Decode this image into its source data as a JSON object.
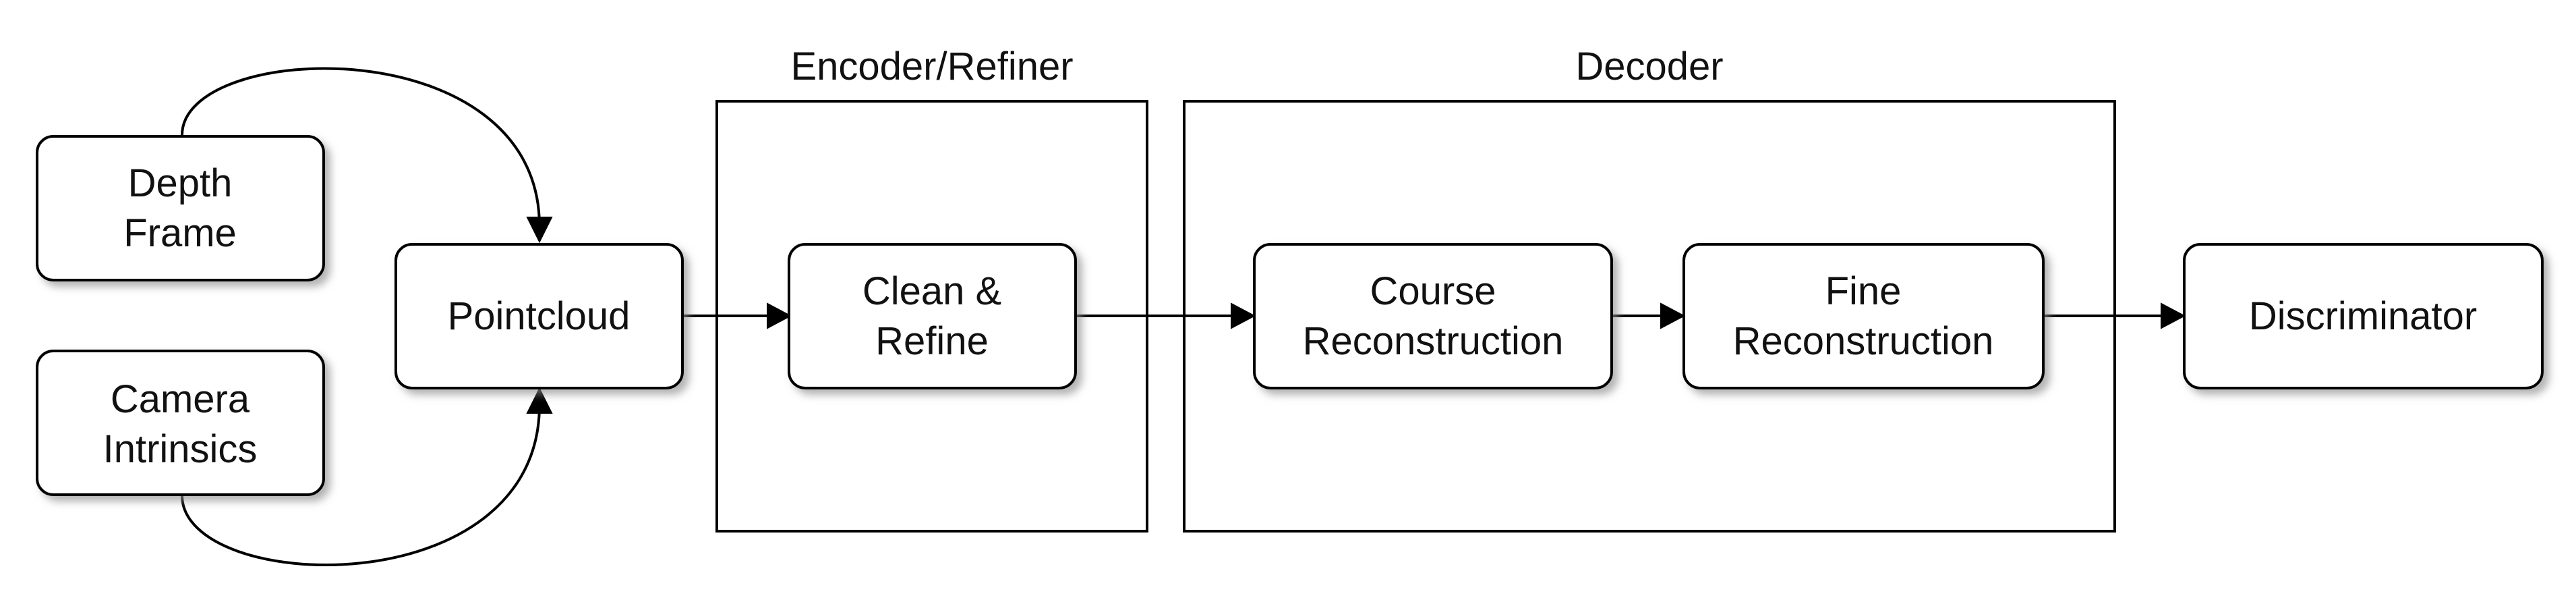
{
  "groups": {
    "encoder": {
      "label": "Encoder/Refiner"
    },
    "decoder": {
      "label": "Decoder"
    }
  },
  "nodes": {
    "depth_frame": {
      "lines": [
        "Depth",
        "Frame"
      ]
    },
    "camera_intrinsics": {
      "lines": [
        "Camera",
        "Intrinsics"
      ]
    },
    "pointcloud": {
      "lines": [
        "Pointcloud"
      ]
    },
    "clean_refine": {
      "lines": [
        "Clean &",
        "Refine"
      ]
    },
    "course_reconstruction": {
      "lines": [
        "Course",
        "Reconstruction"
      ]
    },
    "fine_reconstruction": {
      "lines": [
        "Fine",
        "Reconstruction"
      ]
    },
    "discriminator": {
      "lines": [
        "Discriminator"
      ]
    }
  },
  "colors": {
    "stroke": "#000000",
    "fill": "#ffffff",
    "shadow": "#8a8a8a",
    "text": "#111111"
  }
}
